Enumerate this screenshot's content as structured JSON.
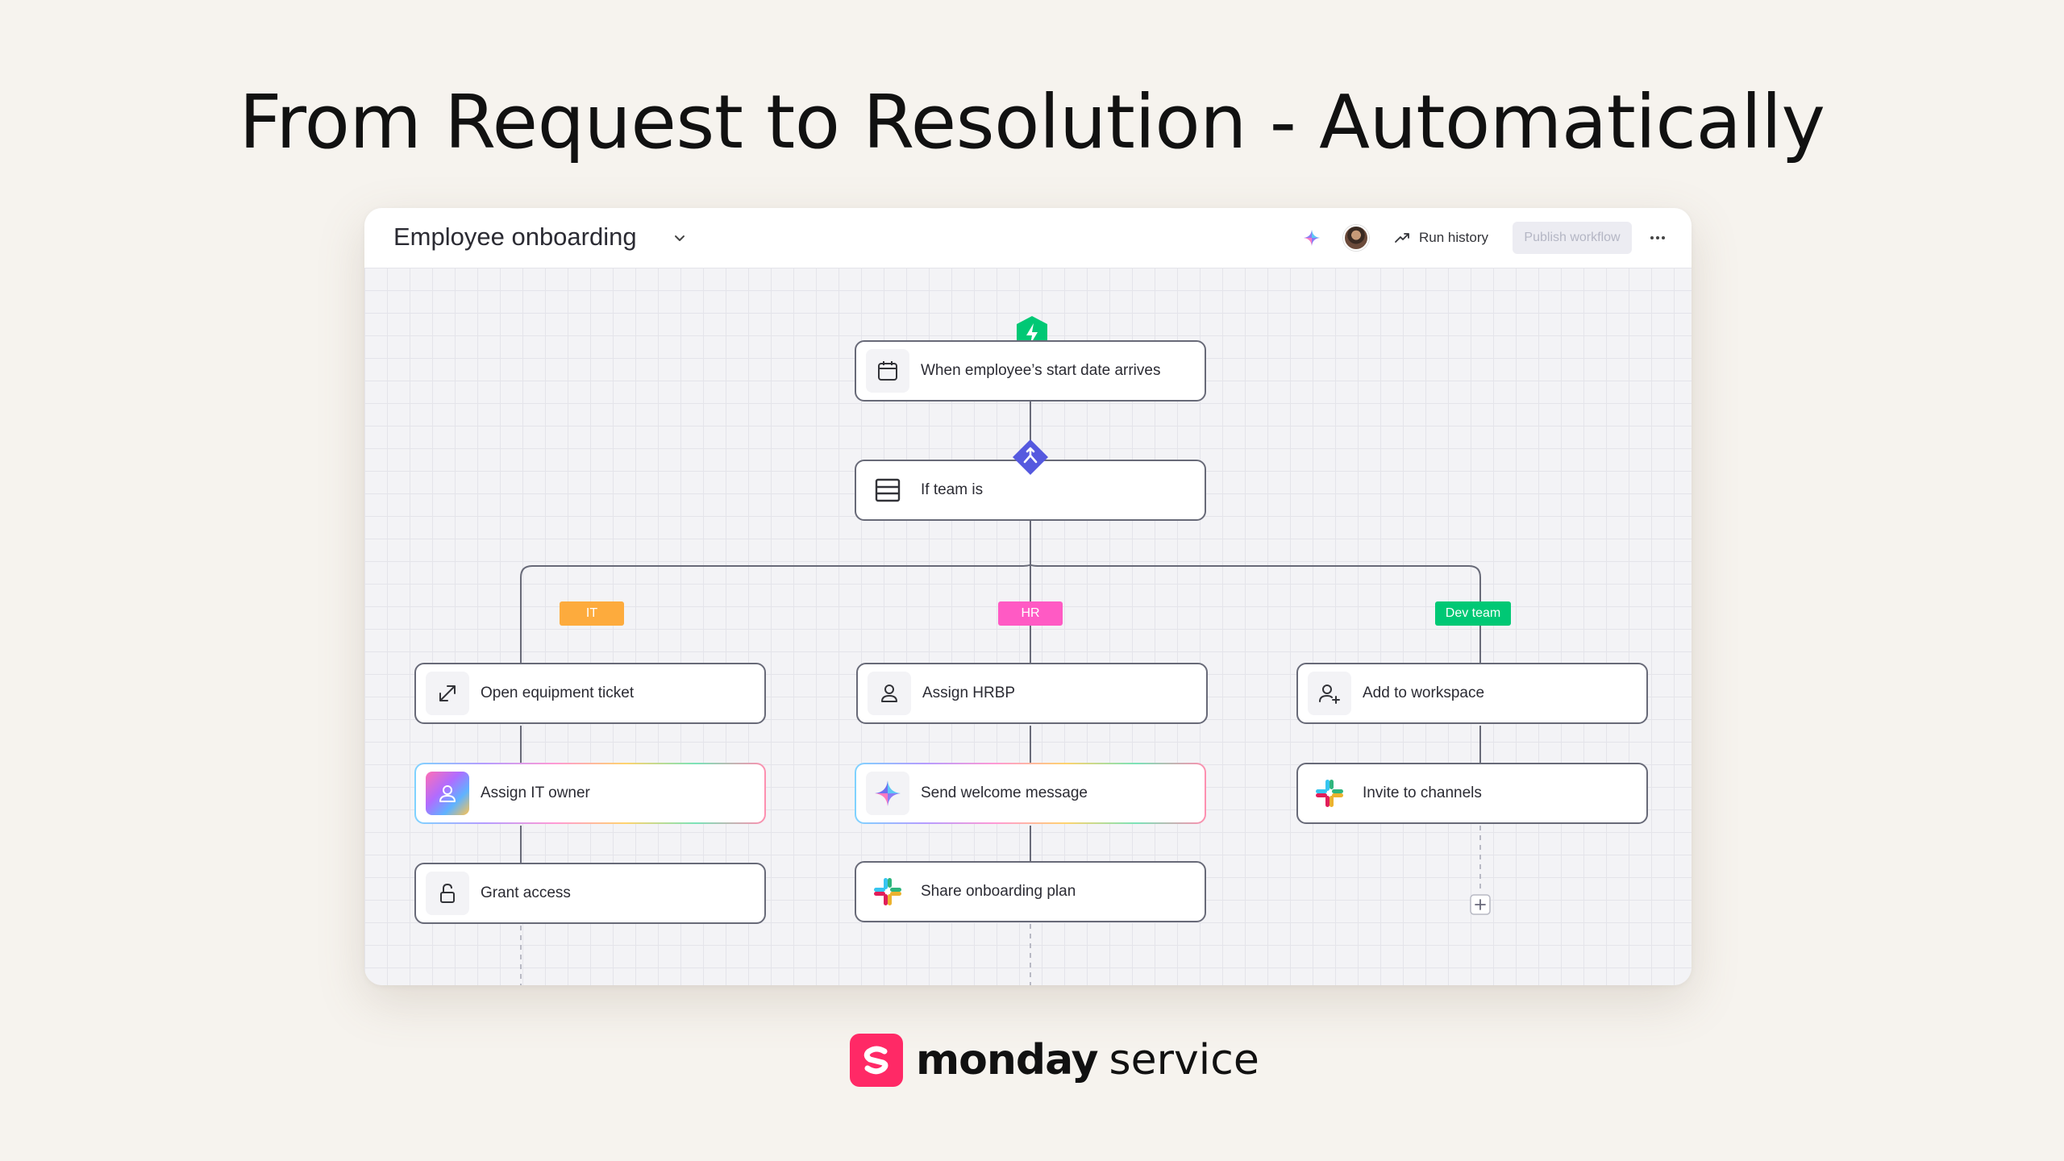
{
  "headline": "From Request to Resolution - Automatically",
  "workflow": {
    "title": "Employee onboarding",
    "run_history_label": "Run history",
    "publish_label": "Publish workflow"
  },
  "trigger": {
    "label": "When employee’s start date arrives",
    "icon": "calendar-icon"
  },
  "condition": {
    "label": "If team is",
    "icon": "table-icon"
  },
  "branches": [
    {
      "tag": "IT",
      "color": "#fdab3d",
      "steps": [
        "Open equipment ticket",
        "Assign IT owner",
        "Grant access"
      ]
    },
    {
      "tag": "HR",
      "color": "#ff5ac4",
      "steps": [
        "Assign HRBP",
        "Send welcome message",
        "Share onboarding plan"
      ]
    },
    {
      "tag": "Dev team",
      "color": "#00c875",
      "steps": [
        "Add to workspace",
        "Invite to channels"
      ]
    }
  ],
  "colors": {
    "accent": "#5559df",
    "trigger_badge": "#00c875",
    "brand": "#ff2966"
  },
  "brand": {
    "name": "monday",
    "product": "service"
  }
}
